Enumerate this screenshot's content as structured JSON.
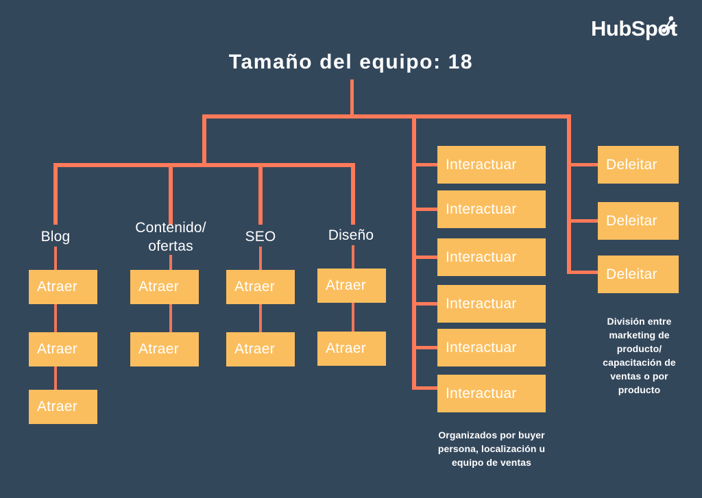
{
  "brand": {
    "logo_text": "HubSp",
    "logo_text_tail": "t",
    "logo_icon": "hubspot-sprocket-icon"
  },
  "colors": {
    "background": "#33475B",
    "connector": "#FF7A59",
    "box_fill": "#FBBE5E",
    "text": "#FFFFFF"
  },
  "header": {
    "title": "Tamaño del equipo: 18"
  },
  "chart_data": {
    "type": "org-chart",
    "title": "Tamaño del equipo: 18",
    "team_size": 18,
    "branches": [
      {
        "name": "attract",
        "columns": [
          {
            "label": "Blog",
            "label_lines": [
              "Blog"
            ],
            "nodes": [
              "Atraer",
              "Atraer",
              "Atraer"
            ]
          },
          {
            "label": "Contenido/ofertas",
            "label_lines": [
              "Contenido/",
              "ofertas"
            ],
            "nodes": [
              "Atraer",
              "Atraer"
            ]
          },
          {
            "label": "SEO",
            "label_lines": [
              "SEO"
            ],
            "nodes": [
              "Atraer",
              "Atraer"
            ]
          },
          {
            "label": "Diseño",
            "label_lines": [
              "Diseño"
            ],
            "nodes": [
              "Atraer",
              "Atraer"
            ]
          }
        ]
      },
      {
        "name": "engage",
        "nodes": [
          "Interactuar",
          "Interactuar",
          "Interactuar",
          "Interactuar",
          "Interactuar",
          "Interactuar"
        ],
        "caption_lines": [
          "Organizados por buyer",
          "persona, localización u",
          "equipo de ventas"
        ]
      },
      {
        "name": "delight",
        "nodes": [
          "Deleitar",
          "Deleitar",
          "Deleitar"
        ],
        "caption_lines": [
          "División entre",
          "marketing de",
          "producto/",
          "capacitación de",
          "ventas o por",
          "producto"
        ]
      }
    ]
  },
  "columns": {
    "c0": {
      "line1": "Blog",
      "line2": ""
    },
    "c1": {
      "line1": "Contenido/",
      "line2": "ofertas"
    },
    "c2": {
      "line1": "SEO",
      "line2": ""
    },
    "c3": {
      "line1": "Diseño",
      "line2": ""
    }
  },
  "nodes": {
    "attract": "Atraer",
    "engage": "Interactuar",
    "delight": "Deleitar"
  },
  "captions": {
    "engage": {
      "l1": "Organizados por buyer",
      "l2": "persona, localización u",
      "l3": "equipo de ventas"
    },
    "delight": {
      "l1": "División entre",
      "l2": "marketing de",
      "l3": "producto/",
      "l4": "capacitación de",
      "l5": "ventas o por",
      "l6": "producto"
    }
  }
}
